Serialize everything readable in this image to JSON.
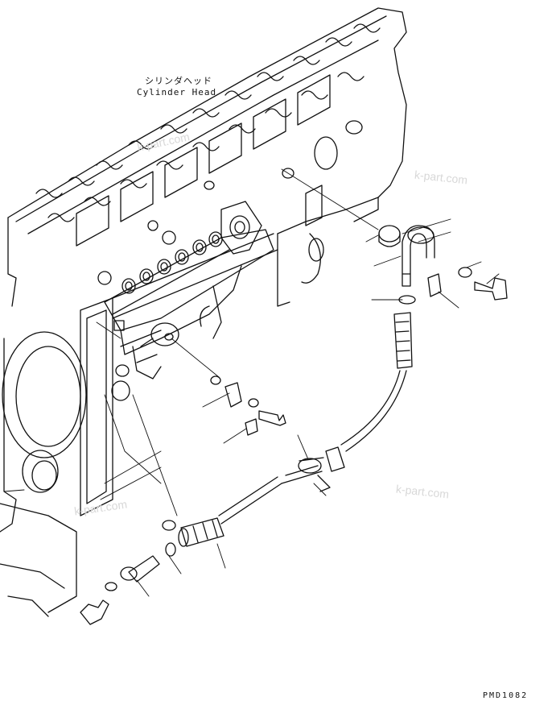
{
  "labels": {
    "cylinder_head_jp": "シリンダヘッド",
    "cylinder_head_en": "Cylinder Head"
  },
  "drawing_code": "PMD1082",
  "watermarks": [
    "k-part.com",
    "k-part.com",
    "k-part.com",
    "k-part.com"
  ]
}
